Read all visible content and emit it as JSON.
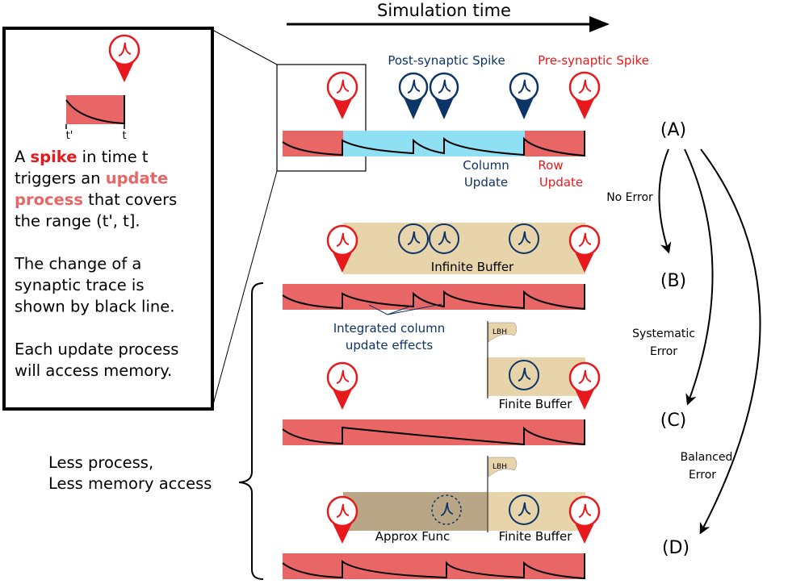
{
  "header": {
    "title": "Simulation time"
  },
  "inset": {
    "t_prime": "t'",
    "t": "t",
    "desc": [
      [
        {
          "text": "A ",
          "style": "plain"
        },
        {
          "text": "spike",
          "style": "red"
        },
        {
          "text": " in time t",
          "style": "plain"
        }
      ],
      [
        {
          "text": "triggers an ",
          "style": "plain"
        },
        {
          "text": "update",
          "style": "salmon"
        }
      ],
      [
        {
          "text": "process",
          "style": "salmon"
        },
        {
          "text": " that covers",
          "style": "plain"
        }
      ],
      [
        {
          "text": "the range (t', t].",
          "style": "plain"
        }
      ],
      [],
      [
        {
          "text": "The change of a",
          "style": "plain"
        }
      ],
      [
        {
          "text": "synaptic trace is",
          "style": "plain"
        }
      ],
      [
        {
          "text": "shown by black line.",
          "style": "plain"
        }
      ],
      [],
      [
        {
          "text": "Each update process",
          "style": "plain"
        }
      ],
      [
        {
          "text": "will access memory.",
          "style": "plain"
        }
      ]
    ]
  },
  "row_a": {
    "label": "(A)",
    "post_spike": "Post-synaptic Spike",
    "pre_spike": "Pre-synaptic Spike",
    "column_update": [
      "Column",
      "Update"
    ],
    "row_update": [
      "Row",
      "Update"
    ]
  },
  "row_b": {
    "label": "(B)",
    "buffer": "Infinite Buffer",
    "integrated": [
      "Integrated column",
      "update effects"
    ]
  },
  "row_c": {
    "label": "(C)",
    "buffer": "Finite Buffer",
    "flag": "LBH"
  },
  "row_d": {
    "label": "(D)",
    "buffer": "Finite Buffer",
    "approx": "Approx Func",
    "flag": "LBH"
  },
  "arrows": {
    "no_error": "No Error",
    "systematic": [
      "Systematic",
      "Error"
    ],
    "balanced": [
      "Balanced",
      "Error"
    ]
  },
  "less": [
    "Less process,",
    "Less memory access"
  ],
  "colors": {
    "red": "#e8191c",
    "salmon": "#e86666",
    "navy": "#0d3466",
    "cyan": "#8fe0f2",
    "tan": "#e8d4ab",
    "tan_dark": "#b9a686"
  }
}
